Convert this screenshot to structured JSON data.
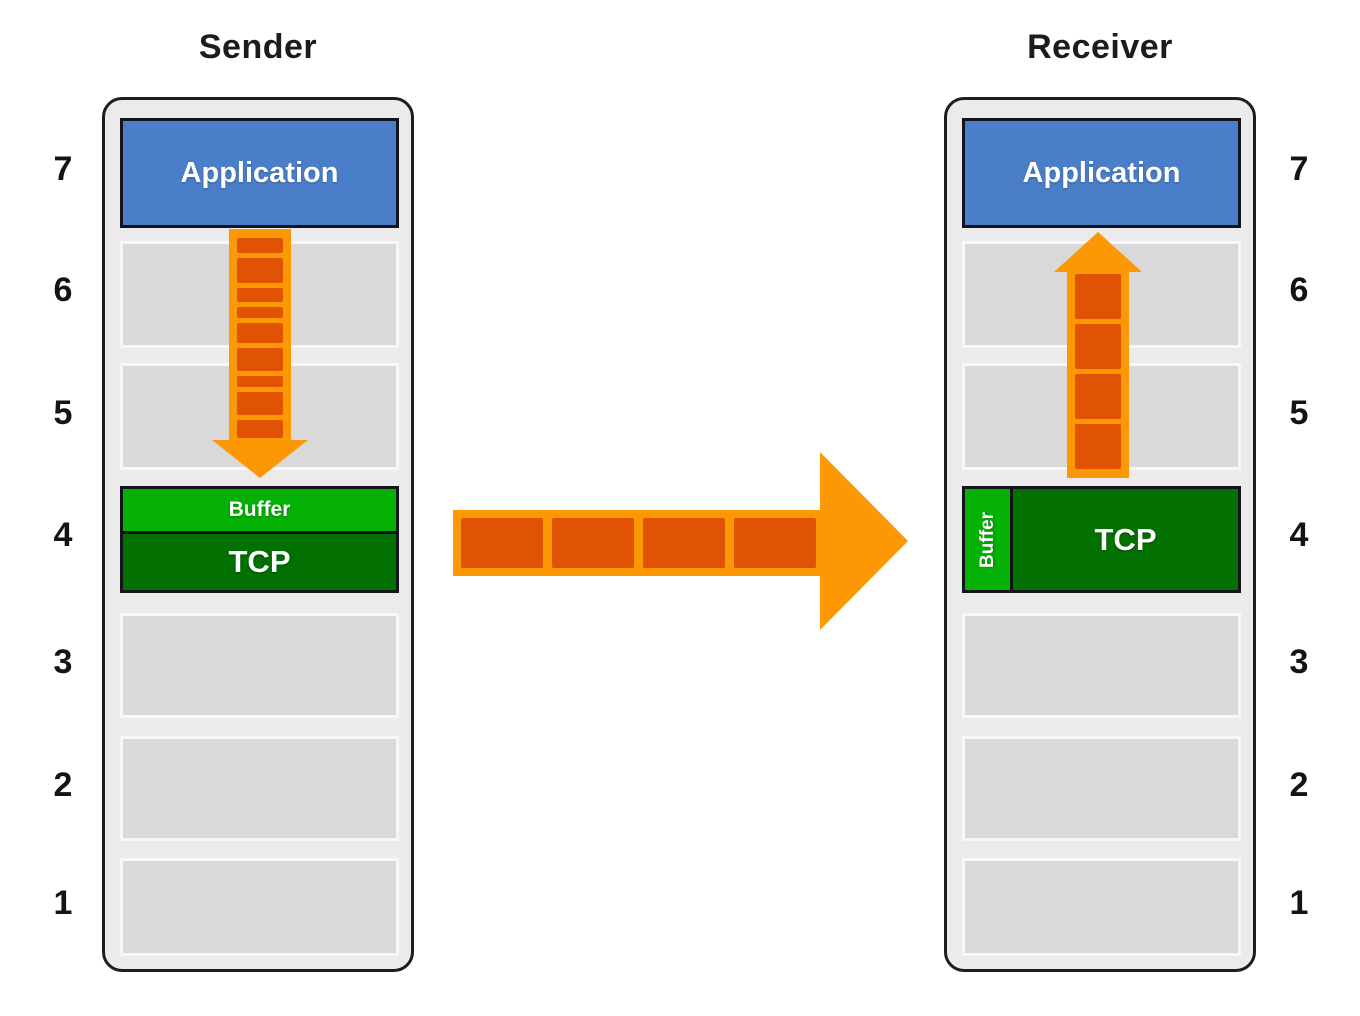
{
  "sender": {
    "title": "Sender",
    "application_label": "Application",
    "buffer_label": "Buffer",
    "tcp_label": "TCP"
  },
  "receiver": {
    "title": "Receiver",
    "application_label": "Application",
    "buffer_label": "Buffer",
    "tcp_label": "TCP"
  },
  "layer_numbers": [
    "7",
    "6",
    "5",
    "4",
    "3",
    "2",
    "1"
  ],
  "arrows": {
    "sender_down": {
      "icon": "down-arrow-icon",
      "direction": "down",
      "segments": 9
    },
    "transmission": {
      "icon": "right-arrow-icon",
      "direction": "right",
      "segments": 4
    },
    "receiver_up": {
      "icon": "up-arrow-icon",
      "direction": "up",
      "segments": 4
    }
  },
  "colors": {
    "application_blue": "#4A7EC8",
    "buffer_green": "#04B104",
    "tcp_green": "#027102",
    "arrow_orange": "#FC9804",
    "arrow_segment_orange": "#E05204",
    "layer_gray": "#D9D9D9",
    "column_background": "#EBEBEB"
  }
}
